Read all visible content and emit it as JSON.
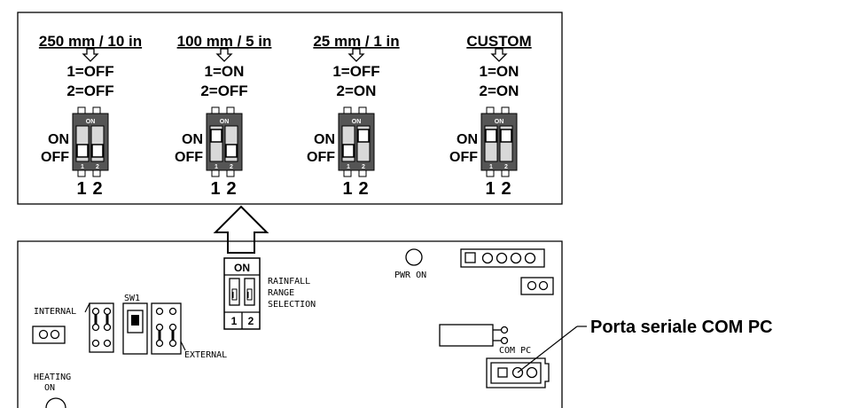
{
  "panel": {
    "options": [
      {
        "header": "250 mm / 10 in",
        "line1": "1=OFF",
        "line2": "2=OFF",
        "on_label": "ON",
        "off_label": "OFF",
        "dip_label": "ON",
        "n1": "1",
        "n2": "2",
        "num1": "1",
        "num2": "2",
        "sw1_on": false,
        "sw2_on": false
      },
      {
        "header": "100 mm / 5 in",
        "line1": "1=ON",
        "line2": "2=OFF",
        "on_label": "ON",
        "off_label": "OFF",
        "dip_label": "ON",
        "n1": "1",
        "n2": "2",
        "num1": "1",
        "num2": "2",
        "sw1_on": true,
        "sw2_on": false
      },
      {
        "header": "25 mm / 1 in",
        "line1": "1=OFF",
        "line2": "2=ON",
        "on_label": "ON",
        "off_label": "OFF",
        "dip_label": "ON",
        "n1": "1",
        "n2": "2",
        "num1": "1",
        "num2": "2",
        "sw1_on": false,
        "sw2_on": true
      },
      {
        "header": "CUSTOM",
        "line1": "1=ON",
        "line2": "2=ON",
        "on_label": "ON",
        "off_label": "OFF",
        "dip_label": "ON",
        "n1": "1",
        "n2": "2",
        "num1": "1",
        "num2": "2",
        "sw1_on": true,
        "sw2_on": true
      }
    ]
  },
  "board": {
    "dip_on": "ON",
    "dip_n1": "1",
    "dip_n2": "2",
    "rainfall_1": "RAINFALL",
    "rainfall_2": "RANGE",
    "rainfall_3": "SELECTION",
    "pwr_on": "PWR ON",
    "internal": "INTERNAL",
    "sw1": "SW1",
    "external": "EXTERNAL",
    "heating_1": "HEATING",
    "heating_2": "ON",
    "com_pc": "COM PC"
  },
  "callout": "Porta seriale COM PC"
}
